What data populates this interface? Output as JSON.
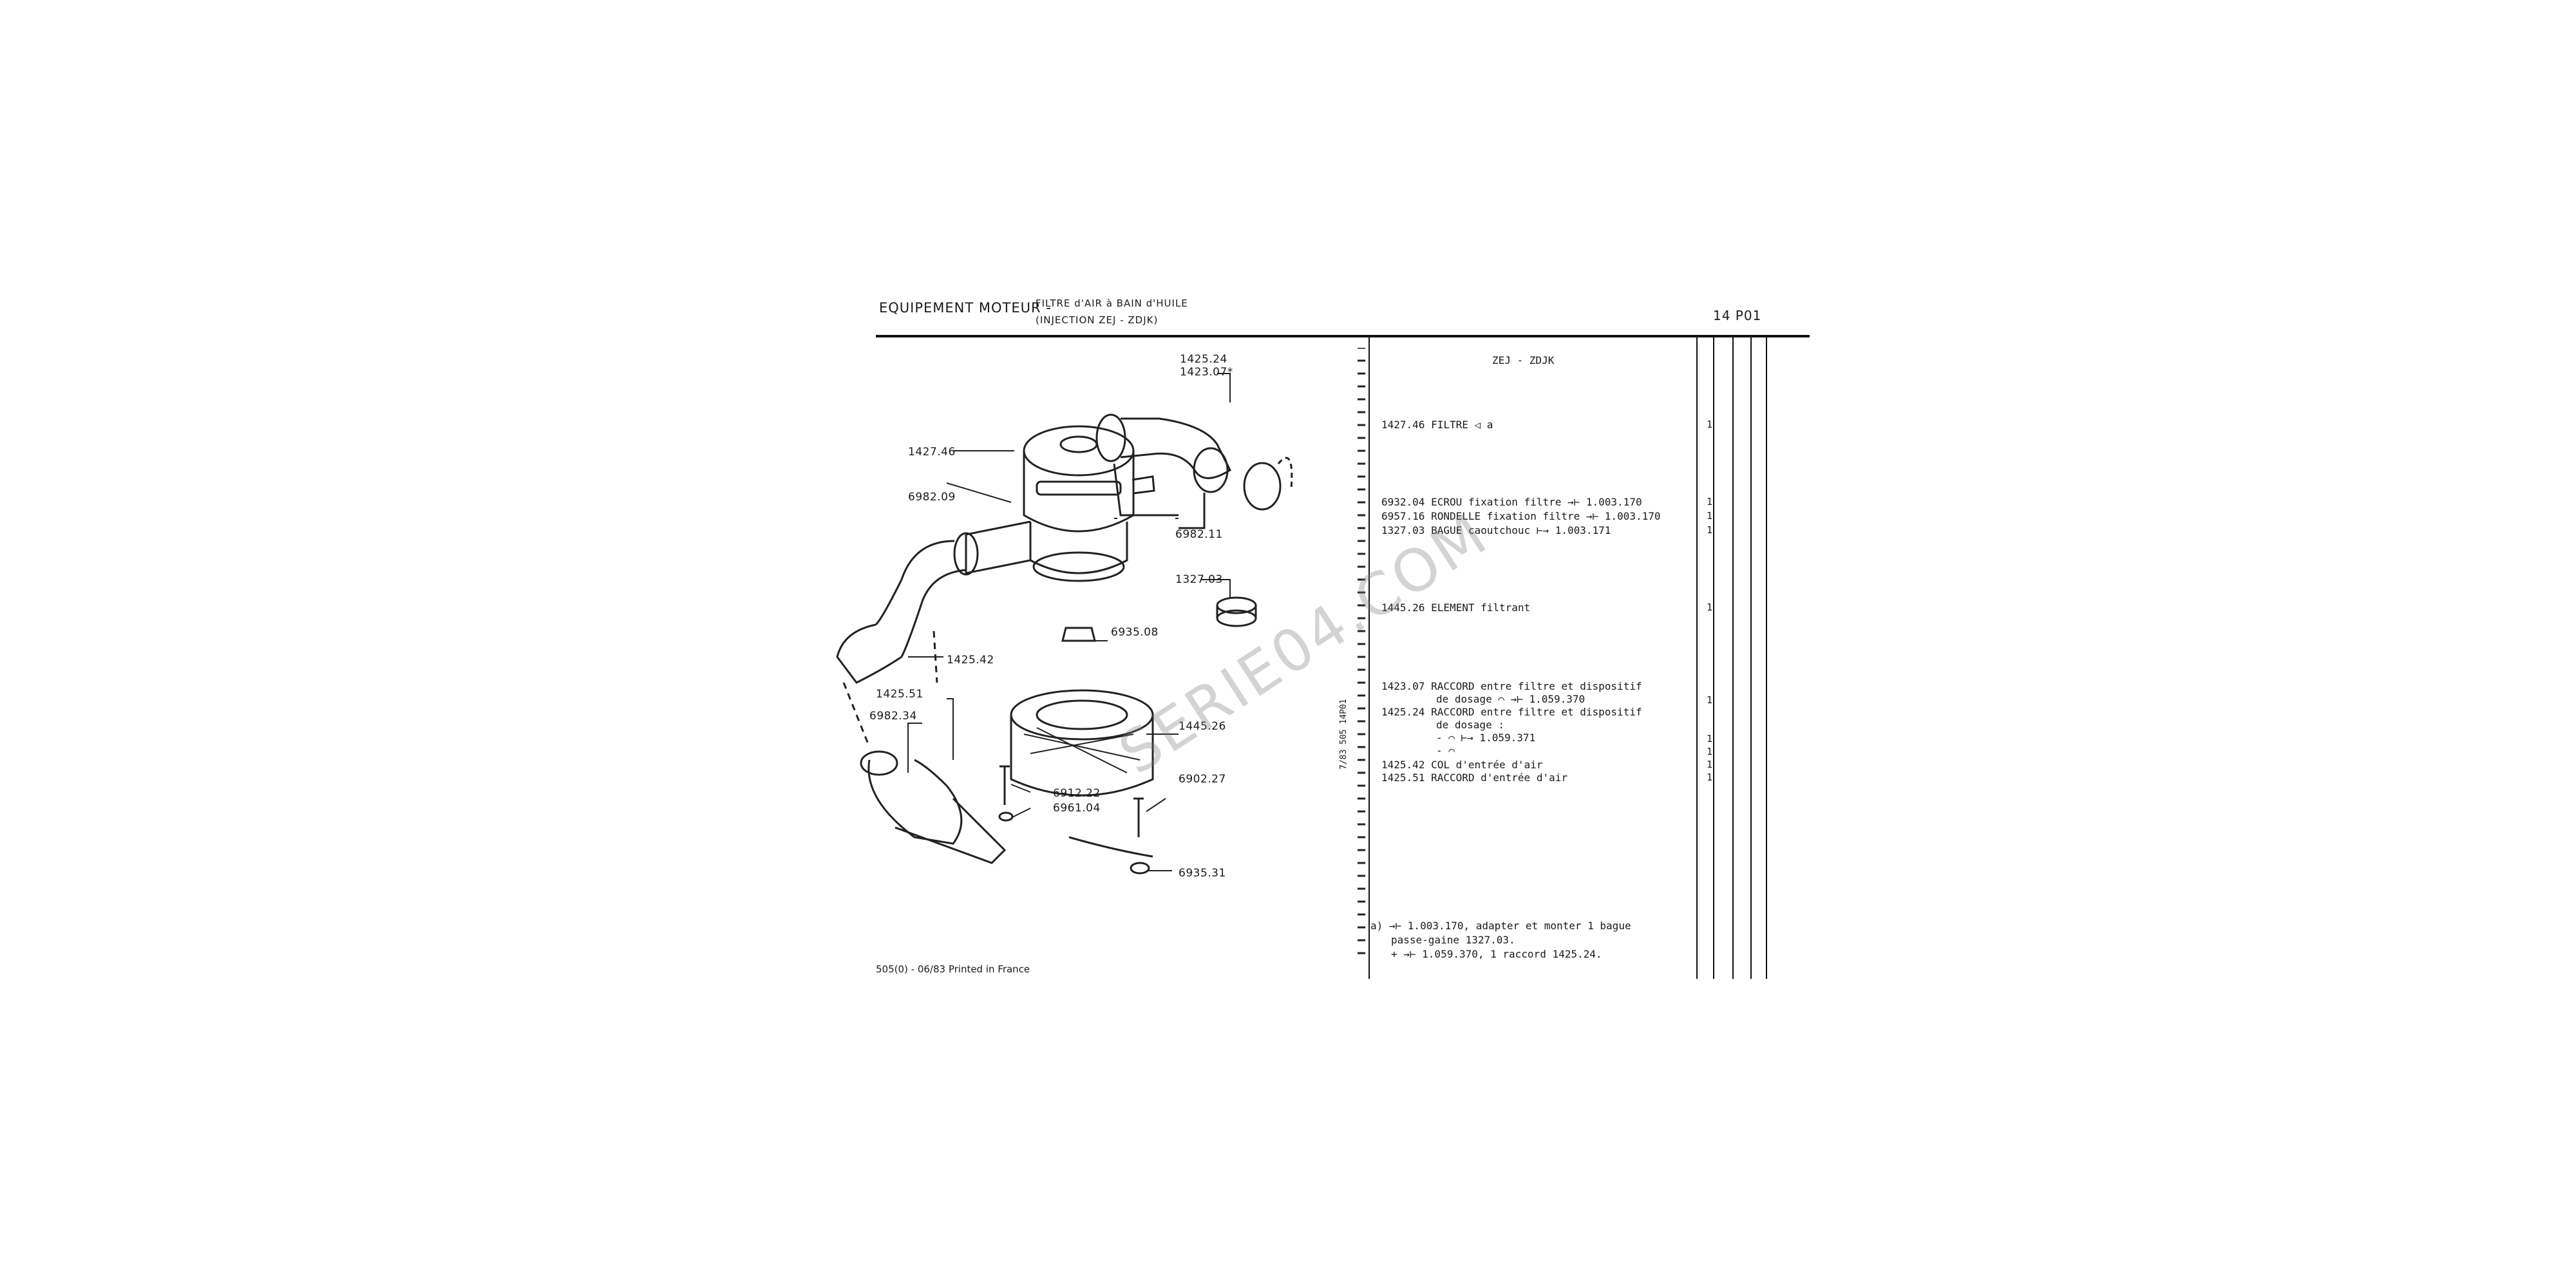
{
  "header": {
    "section": "EQUIPEMENT MOTEUR -",
    "subtitle_1": "FILTRE d'AIR à BAIN d'HUILE",
    "subtitle_2": "(INJECTION ZEJ - ZDJK)",
    "page_ref": "14 P01"
  },
  "diagram": {
    "labels": [
      "1425.24",
      "1423.07*",
      "1427.46",
      "6982.09",
      "6982.11",
      "1327.03",
      "6935.08",
      "1425.42",
      "1425.51",
      "6982.34",
      "1445.26",
      "6912.22",
      "6961.04",
      "6902.27",
      "6935.31"
    ]
  },
  "parts": {
    "section_heading": "ZEJ - ZDJK",
    "rows": [
      {
        "text": "1427.46 FILTRE ◁ a",
        "qty": "1"
      },
      {
        "text": "6932.04 ECROU fixation filtre →⊢ 1.003.170",
        "qty": "1"
      },
      {
        "text": "6957.16 RONDELLE fixation filtre →⊢ 1.003.170",
        "qty": "1"
      },
      {
        "text": "1327.03 BAGUE caoutchouc ⊢→ 1.003.171",
        "qty": "1"
      },
      {
        "text": "1445.26 ELEMENT filtrant",
        "qty": "1"
      },
      {
        "text": "1423.07 RACCORD entre filtre et dispositif",
        "qty": ""
      },
      {
        "text": "de dosage ⌒ →⊢ 1.059.370",
        "qty": "1"
      },
      {
        "text": "1425.24 RACCORD entre filtre et dispositif",
        "qty": ""
      },
      {
        "text": "de dosage :",
        "qty": ""
      },
      {
        "text": "- ⌒ ⊢→ 1.059.371",
        "qty": "1"
      },
      {
        "text": "- ⌒",
        "qty": "1"
      },
      {
        "text": "1425.42 COL d'entrée d'air",
        "qty": "1"
      },
      {
        "text": "1425.51 RACCORD d'entrée d'air",
        "qty": "1"
      }
    ]
  },
  "side_ref": "7/83   505   14P01",
  "notes": {
    "line_1": "a)  →⊢ 1.003.170, adapter et monter 1 bague",
    "line_2": "passe-gaine 1327.03.",
    "line_3": "+ →⊢ 1.059.370, 1 raccord 1425.24."
  },
  "footer": "505(0) - 06/83 Printed in France",
  "watermark": "SERIE04.COM"
}
